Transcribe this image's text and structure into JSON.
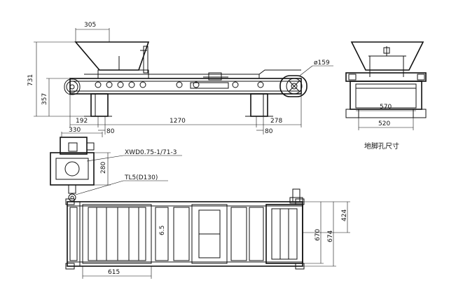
{
  "dimensions": {
    "hopper_width": "305",
    "total_height": "731",
    "frame_height": "357",
    "pulley_diameter": "ø159",
    "left_overhang": "192",
    "leg_width_left": "80",
    "leg_spacing": "1270",
    "leg_width_right": "80",
    "right_overhang": "278",
    "motor_width": "330",
    "motor_height": "280",
    "side_inner_width": "570",
    "side_outer_width": "520",
    "plan_belt_width": "615",
    "plan_inner_length": "6.5",
    "plan_width_424": "424",
    "plan_width_670": "670",
    "plan_width_674": "674"
  },
  "labels": {
    "motor_model": "XWD0.75-1/71-3",
    "coupling_model": "TL5(D130)",
    "foot_hole_caption": "地脚孔尺寸"
  }
}
